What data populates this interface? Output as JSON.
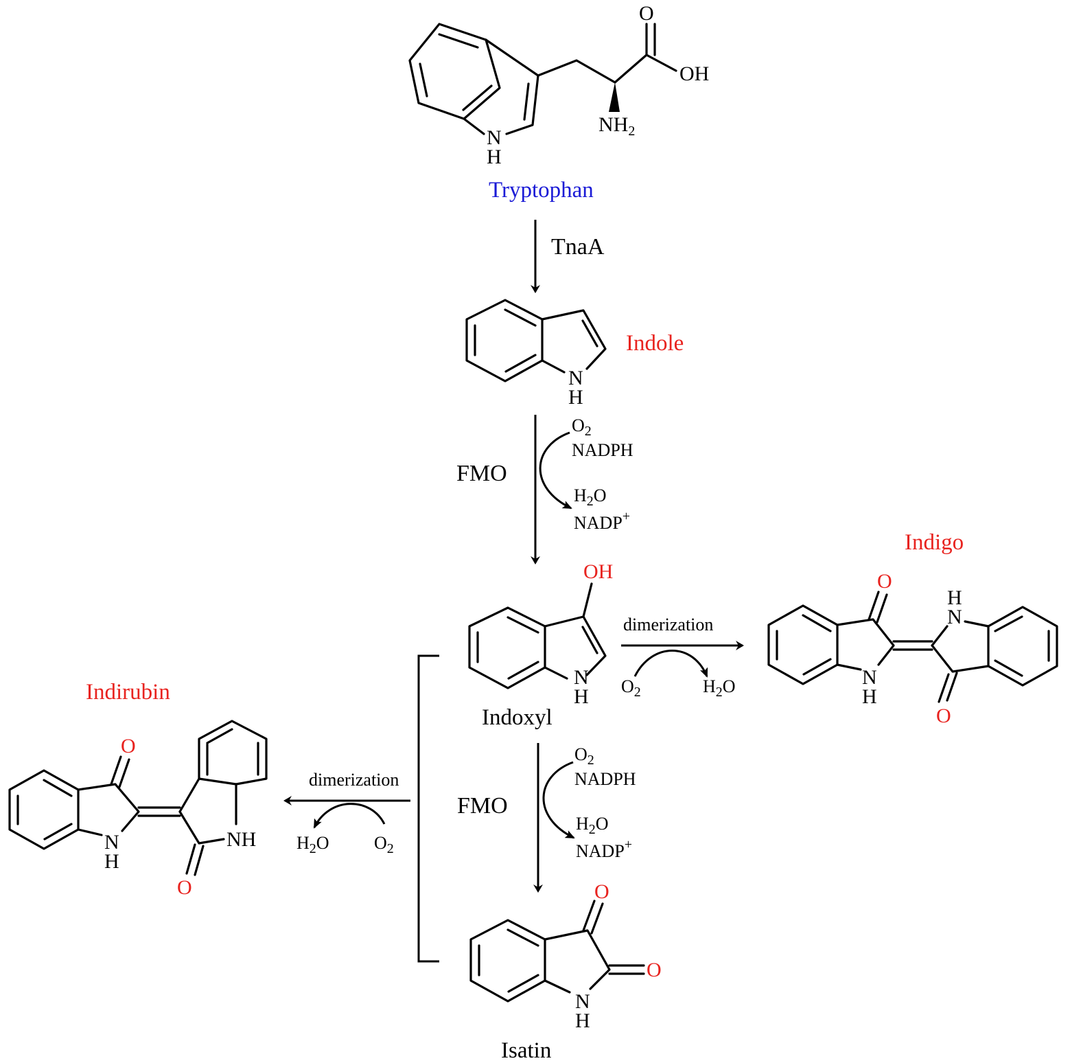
{
  "compounds": {
    "tryptophan": {
      "name": "Tryptophan",
      "color": "#1a1ad6"
    },
    "indole": {
      "name": "Indole",
      "color": "#e8231f"
    },
    "indoxyl": {
      "name": "Indoxyl",
      "color": "#000000"
    },
    "indigo": {
      "name": "Indigo",
      "color": "#e8231f"
    },
    "indirubin": {
      "name": "Indirubin",
      "color": "#e8231f"
    },
    "isatin": {
      "name": "Isatin",
      "color": "#000000"
    }
  },
  "atoms": {
    "O": "O",
    "OH": "OH",
    "N": "N",
    "H": "H",
    "NH": "NH",
    "NH2": "NH",
    "two": "2"
  },
  "enzymes": {
    "tnaa": "TnaA",
    "fmo_1": "FMO",
    "fmo_2": "FMO"
  },
  "reagents": {
    "o2": "O",
    "nadph": "NADPH",
    "h2o_h": "H",
    "h2o_o": "O",
    "nadp": "NADP",
    "plus": "+",
    "sub2": "2"
  },
  "steps": {
    "dimerization_right": "dimerization",
    "dimerization_left": "dimerization"
  },
  "colors": {
    "product_red": "#e8231f",
    "substrate_blue": "#1a1ad6",
    "bond": "#000000"
  }
}
